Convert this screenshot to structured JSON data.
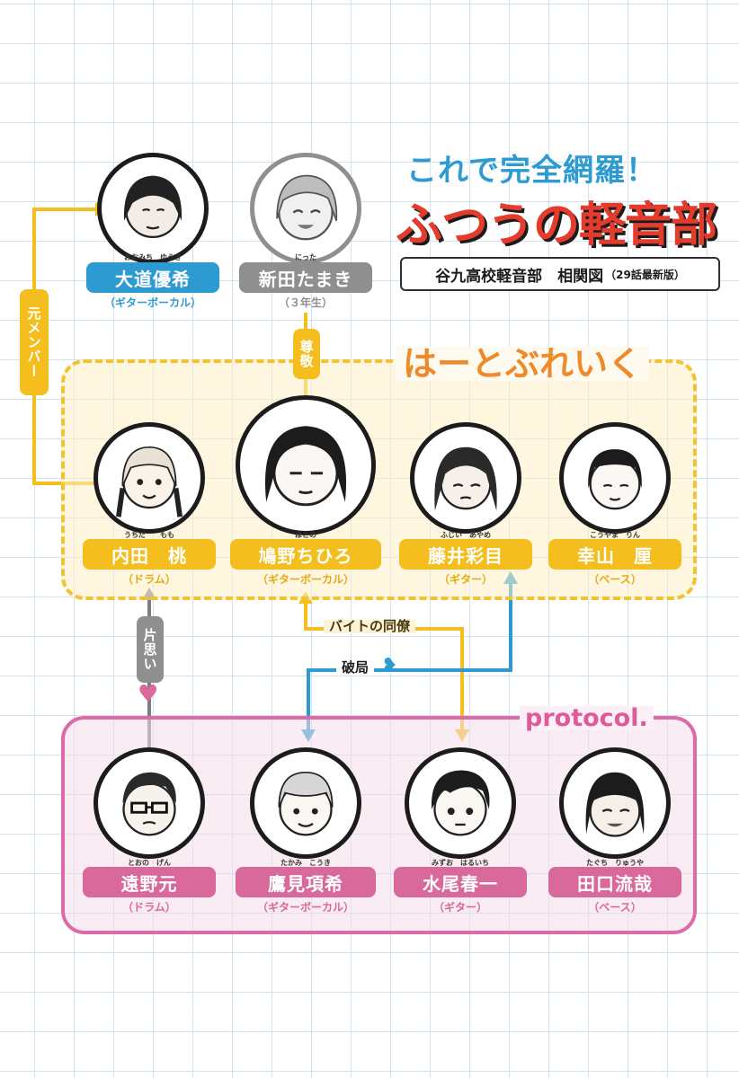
{
  "title": {
    "line1": "これで完全網羅！",
    "line2": "ふつうの軽音部",
    "subtitle_main": "谷九高校軽音部　相関図",
    "subtitle_note": "（29話最新版）"
  },
  "groups": {
    "heartbreak": "はーとぶれいく",
    "protocol": "protocol."
  },
  "characters": {
    "michi": {
      "name": "大道優希",
      "ruby": "おおみち　ゆうき",
      "role": "（ギターボーカル）"
    },
    "nitta": {
      "name": "新田たまき",
      "ruby": "にった",
      "role": "（３年生）"
    },
    "uchida": {
      "name": "内田　桃",
      "ruby": "うちだ　　もも",
      "role": "（ドラム）"
    },
    "hatono": {
      "name": "鳩野ちひろ",
      "ruby": "はとの",
      "role": "（ギターボーカル）"
    },
    "fujii": {
      "name": "藤井彩目",
      "ruby": "ふじい　あやめ",
      "role": "（ギター）"
    },
    "kouyama": {
      "name": "幸山　厘",
      "ruby": "こうやま　りん",
      "role": "（ベース）"
    },
    "toono": {
      "name": "遠野元",
      "ruby": "とおの　げん",
      "role": "（ドラム）"
    },
    "takami": {
      "name": "鷹見項希",
      "ruby": "たかみ　こうき",
      "role": "（ギターボーカル）"
    },
    "mizuo": {
      "name": "水尾春一",
      "ruby": "みずお　はるいち",
      "role": "（ギター）"
    },
    "taguchi": {
      "name": "田口流哉",
      "ruby": "たぐち　りゅうや",
      "role": "（ベース）"
    }
  },
  "relations": {
    "former_member": "元メンバー",
    "respect": "尊敬",
    "coworker": "バイトの同僚",
    "breakup": "破局",
    "crush": "片思い"
  },
  "icons": {
    "heart": "heart-icon",
    "broken_heart": "broken-heart-icon"
  },
  "colors": {
    "blue": "#2d9bd2",
    "red": "#e43b2c",
    "yellow": "#f4bf1e",
    "orange": "#ee8a2a",
    "pink": "#d9689b",
    "gray": "#8f8f8f",
    "grid": "#cfe3f1"
  }
}
